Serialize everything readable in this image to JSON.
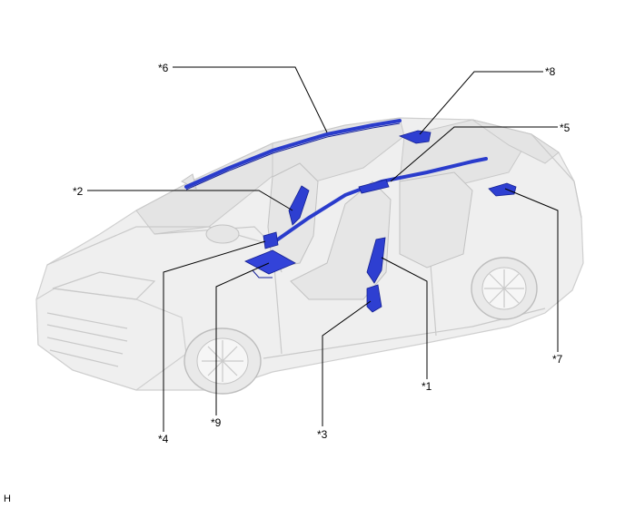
{
  "callouts": {
    "c1": "*1",
    "c2": "*2",
    "c3": "*3",
    "c4": "*4",
    "c5": "*5",
    "c6": "*6",
    "c7": "*7",
    "c8": "*8",
    "c9": "*9"
  },
  "corner_mark": "H",
  "colors": {
    "component_highlight": "#2e3fd1",
    "vehicle_body": "#efefef",
    "leader_line": "#000000"
  }
}
